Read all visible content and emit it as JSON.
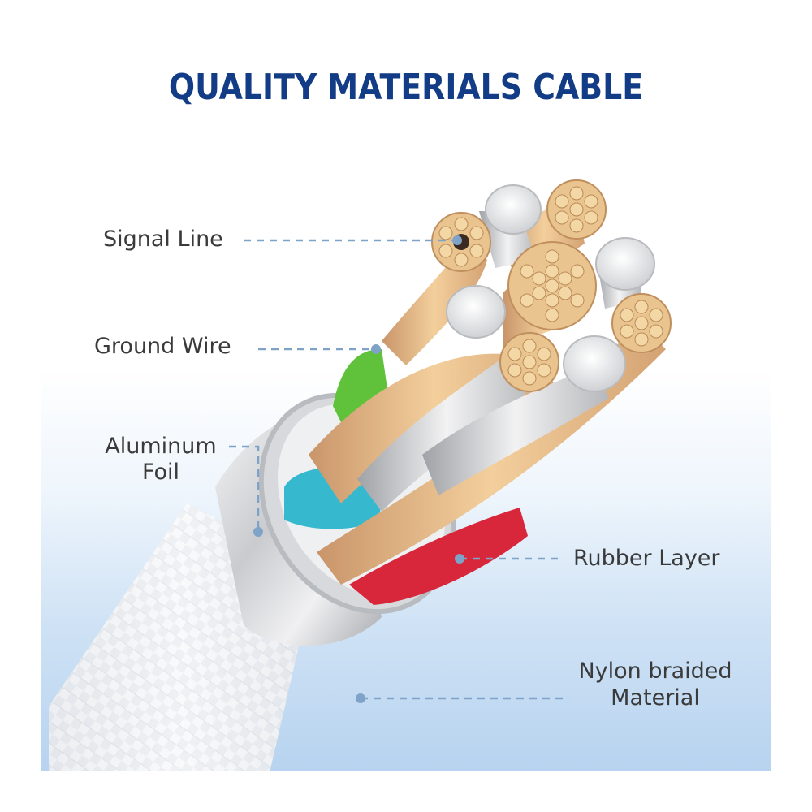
{
  "title": "QUALITY MATERIALS CABLE",
  "labels": {
    "signal_line": "Signal Line",
    "ground_wire": "Ground Wire",
    "aluminum_foil_1": "Aluminum",
    "aluminum_foil_2": "Foil",
    "rubber_layer": "Rubber Layer",
    "nylon_1": "Nylon braided",
    "nylon_2": "Material"
  },
  "colors": {
    "title": "#123c85",
    "leader": "#7fa3c8",
    "copper": "#e6b981",
    "silver": "#d9dadc",
    "green": "#5fc23a",
    "cyan": "#36b9cf",
    "red": "#d8273a",
    "braid": "#f2f3f5"
  }
}
